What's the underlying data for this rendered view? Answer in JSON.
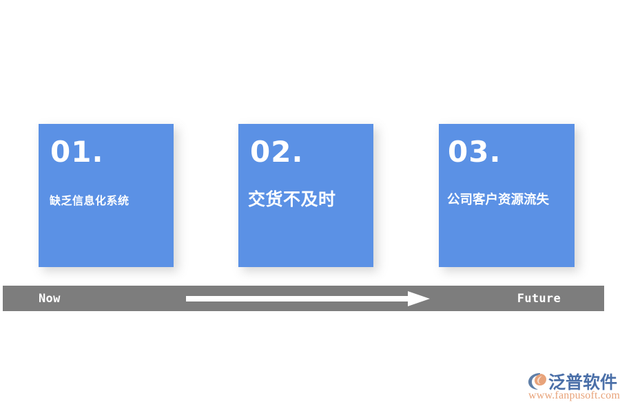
{
  "background_color": "#ffffff",
  "accent_color": "#5b91e5",
  "timeline_color": "#7d7d7d",
  "cards": [
    {
      "number": "01.",
      "label": "缺乏信息化系统"
    },
    {
      "number": "02.",
      "label": "交货不及时"
    },
    {
      "number": "03.",
      "label": "公司客户资源流失"
    }
  ],
  "timeline": {
    "now_label": "Now",
    "future_label": "Future",
    "arrow_direction": "right"
  },
  "watermark": {
    "title": "泛普软件",
    "url": "www.fanpusoft.com",
    "icon": "fanpu-swoosh-logo-icon",
    "title_color": "#4a6fa8",
    "url_color": "#e8a37a"
  }
}
